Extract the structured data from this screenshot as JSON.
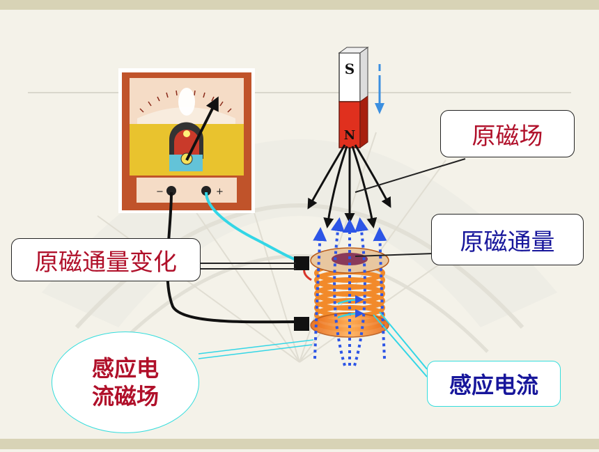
{
  "magnet": {
    "south_pole": "S",
    "north_pole": "N"
  },
  "galvanometer": {
    "minus_terminal": "−",
    "plus_terminal": "+"
  },
  "labels": {
    "original_field": "原磁场",
    "original_flux": "原磁通量",
    "flux_change": "原磁通量变化",
    "induced_current": "感应电流",
    "induced_field_line1": "感应电",
    "induced_field_line2": "流磁场"
  },
  "colors": {
    "magnet_north": "#e0301e",
    "original_field_text": "#b0102a",
    "original_flux_text": "#17169b",
    "flux_change_text": "#b0102a",
    "induced_current_text": "#17169b",
    "induced_current_border": "#33dddd",
    "induced_field_text": "#b0102a",
    "induced_field_border": "#33dddd",
    "induced_field_lines": "#2d55e6",
    "coil": "#f28a2a",
    "meter_wood": "#c0532a",
    "meter_face": "#e9c32e"
  }
}
